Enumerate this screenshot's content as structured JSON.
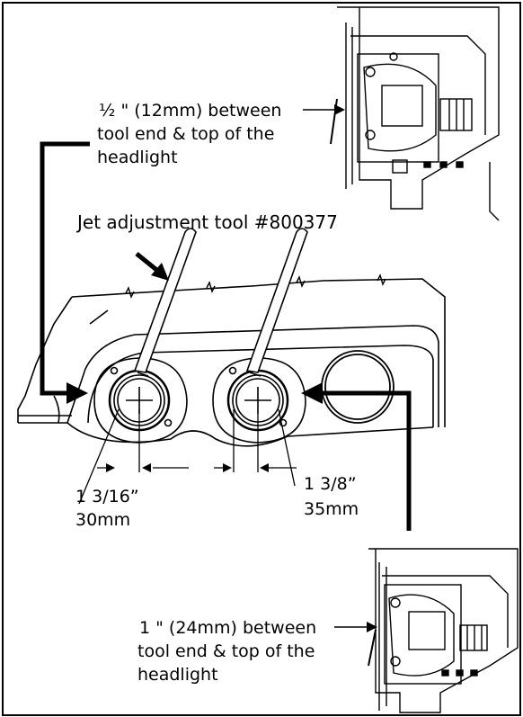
{
  "annotations": {
    "top_note": [
      "½ \" (12mm) between",
      "tool end & top of the",
      "headlight"
    ],
    "tool_label": "Jet adjustment tool #800377",
    "left_dim": [
      "1 3/16”",
      "30mm"
    ],
    "right_dim": [
      "1 3/8”",
      "35mm"
    ],
    "bottom_note": [
      "1 \" (24mm) between",
      "tool end & top of the",
      "headlight"
    ]
  },
  "colors": {
    "ink": "#000000",
    "paper": "#ffffff",
    "shade": "#d9d9d9"
  }
}
